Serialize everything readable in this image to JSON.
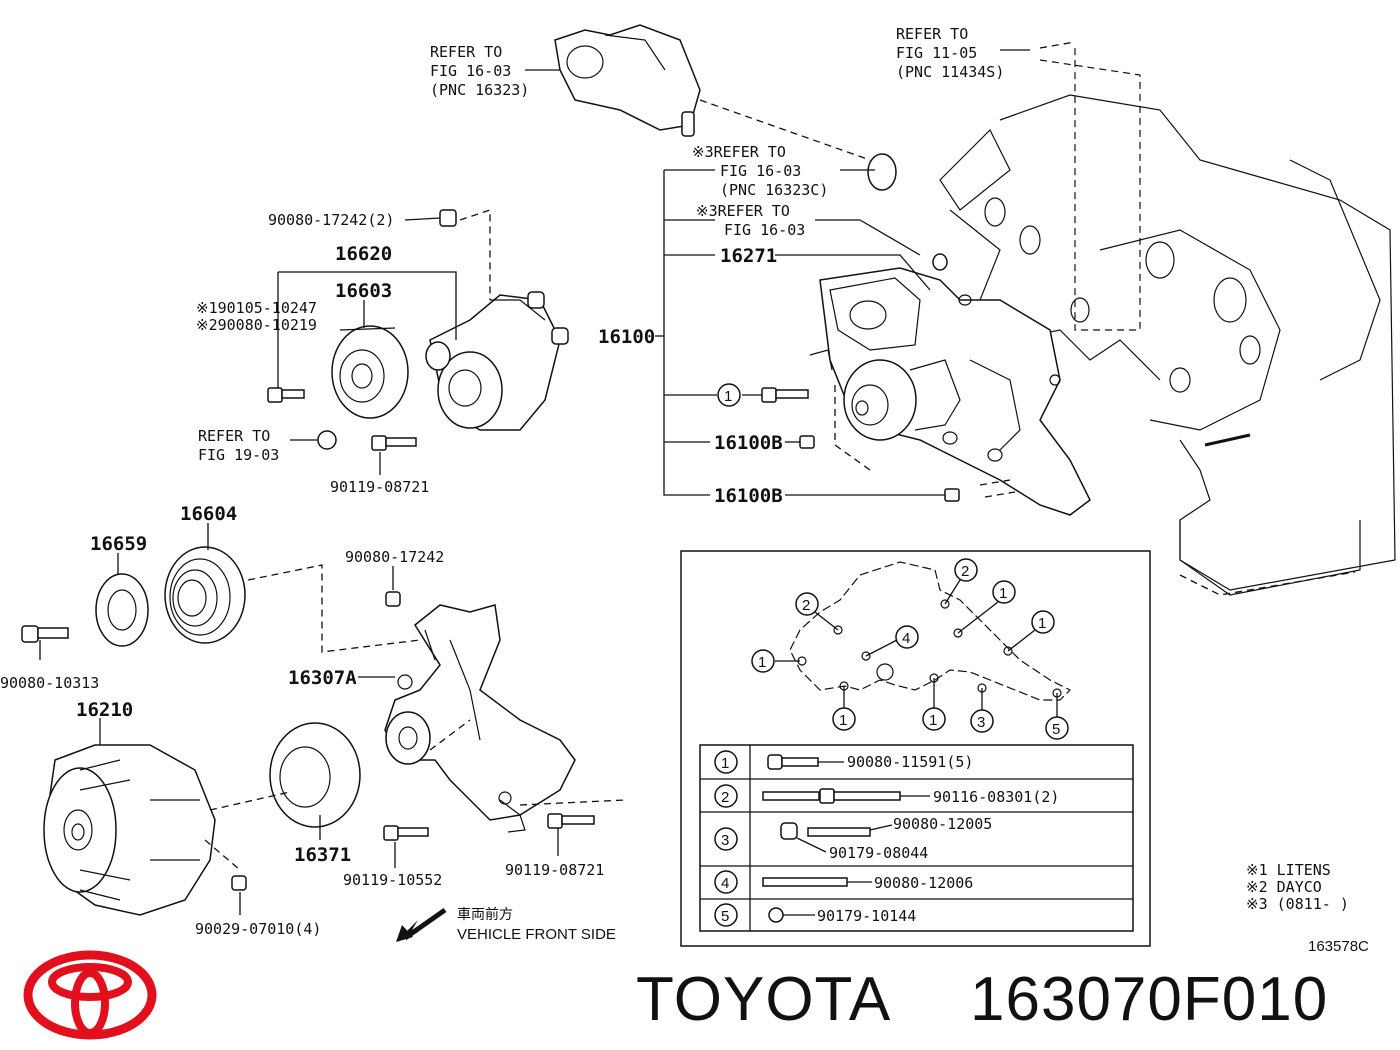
{
  "brand": {
    "name": "TOYOTA",
    "part_number": "163070F010",
    "logo_icon": "toyota-logo"
  },
  "figure_code": "163578C",
  "refs": {
    "fig1603_top": [
      "REFER TO",
      "FIG 16-03",
      "(PNC 16323)"
    ],
    "fig1105": [
      "REFER TO",
      "FIG 11-05",
      "(PNC 11434S)"
    ],
    "fig1603_c": [
      "※3REFER TO",
      "FIG 16-03",
      "(PNC 16323C)"
    ],
    "fig1603_b": [
      "※3REFER TO",
      "FIG 16-03"
    ],
    "fig1903": [
      "REFER TO",
      "FIG 19-03"
    ]
  },
  "labels": {
    "p90080_17242_2": "90080-17242(2)",
    "p16620": "16620",
    "p16603": "16603",
    "p90105_10247": "※190105-10247",
    "p90080_10219": "※290080-10219",
    "p90119_08721_a": "90119-08721",
    "p16100": "16100",
    "p16271": "16271",
    "p16100b_1": "16100B",
    "p16100b_2": "16100B",
    "p16604": "16604",
    "p16659": "16659",
    "p90080_17242": "90080-17242",
    "p90080_10313": "90080-10313",
    "p16307a": "16307A",
    "p16210": "16210",
    "p16371": "16371",
    "p90119_10552": "90119-10552",
    "p90119_08721_b": "90119-08721",
    "p90029_07010": "90029-07010(4)",
    "front_jp": "車両前方",
    "front_en": "VEHICLE FRONT SIDE"
  },
  "callout_circle": "1",
  "detail_callouts": [
    "2",
    "2",
    "1",
    "4",
    "1",
    "1",
    "1",
    "1",
    "3",
    "5"
  ],
  "legend_table": [
    {
      "key": "1",
      "parts": [
        "90080-11591(5)"
      ]
    },
    {
      "key": "2",
      "parts": [
        "90116-08301(2)"
      ]
    },
    {
      "key": "3",
      "parts": [
        "90080-12005",
        "90179-08044"
      ]
    },
    {
      "key": "4",
      "parts": [
        "90080-12006"
      ]
    },
    {
      "key": "5",
      "parts": [
        "90179-10144"
      ]
    }
  ],
  "notes": [
    "※1 LITENS",
    "※2 DAYCO",
    "※3 (0811-      )"
  ]
}
